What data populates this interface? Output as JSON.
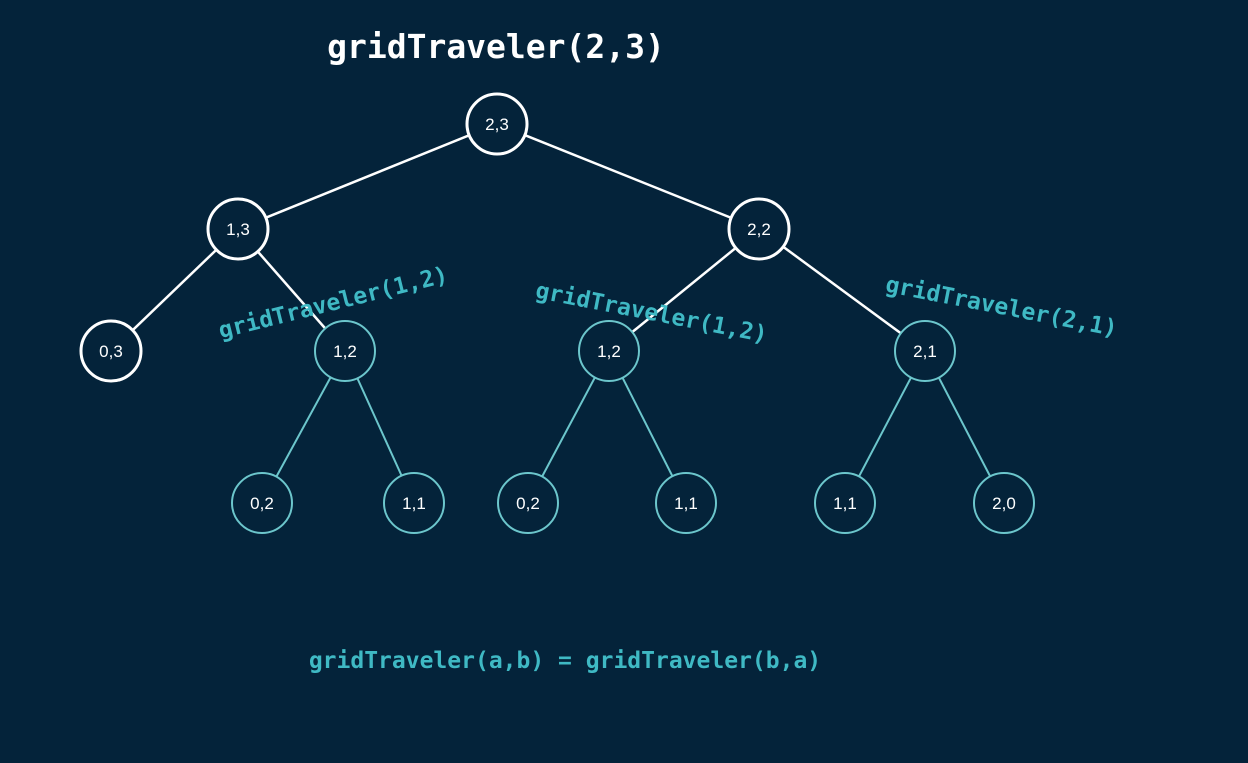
{
  "title": "gridTraveler(2,3)",
  "formula": "gridTraveler(a,b) = gridTraveler(b,a)",
  "annotations": [
    {
      "id": "ann-left",
      "text": "gridTraveler(1,2)"
    },
    {
      "id": "ann-mid",
      "text": "gridTraveler(1,2)"
    },
    {
      "id": "ann-right",
      "text": "gridTraveler(2,1)"
    }
  ],
  "nodes": [
    {
      "id": "n23",
      "label": "2,3",
      "style": "white"
    },
    {
      "id": "n13",
      "label": "1,3",
      "style": "white"
    },
    {
      "id": "n22",
      "label": "2,2",
      "style": "white"
    },
    {
      "id": "n03",
      "label": "0,3",
      "style": "white"
    },
    {
      "id": "n12a",
      "label": "1,2",
      "style": "teal"
    },
    {
      "id": "n12b",
      "label": "1,2",
      "style": "teal"
    },
    {
      "id": "n21",
      "label": "2,1",
      "style": "teal"
    },
    {
      "id": "n02a",
      "label": "0,2",
      "style": "teal"
    },
    {
      "id": "n11a",
      "label": "1,1",
      "style": "teal"
    },
    {
      "id": "n02b",
      "label": "0,2",
      "style": "teal"
    },
    {
      "id": "n11b",
      "label": "1,1",
      "style": "teal"
    },
    {
      "id": "n11c",
      "label": "1,1",
      "style": "teal"
    },
    {
      "id": "n20",
      "label": "2,0",
      "style": "teal"
    }
  ],
  "edges": [
    {
      "from": "n23",
      "to": "n13",
      "style": "white"
    },
    {
      "from": "n23",
      "to": "n22",
      "style": "white"
    },
    {
      "from": "n13",
      "to": "n03",
      "style": "white"
    },
    {
      "from": "n13",
      "to": "n12a",
      "style": "white"
    },
    {
      "from": "n22",
      "to": "n12b",
      "style": "white"
    },
    {
      "from": "n22",
      "to": "n21",
      "style": "white"
    },
    {
      "from": "n12a",
      "to": "n02a",
      "style": "teal"
    },
    {
      "from": "n12a",
      "to": "n11a",
      "style": "teal"
    },
    {
      "from": "n12b",
      "to": "n02b",
      "style": "teal"
    },
    {
      "from": "n12b",
      "to": "n11b",
      "style": "teal"
    },
    {
      "from": "n21",
      "to": "n11c",
      "style": "teal"
    },
    {
      "from": "n21",
      "to": "n20",
      "style": "teal"
    }
  ],
  "colors": {
    "background": "#04233a",
    "white": "#ffffff",
    "accent": "#3fb9c4"
  }
}
